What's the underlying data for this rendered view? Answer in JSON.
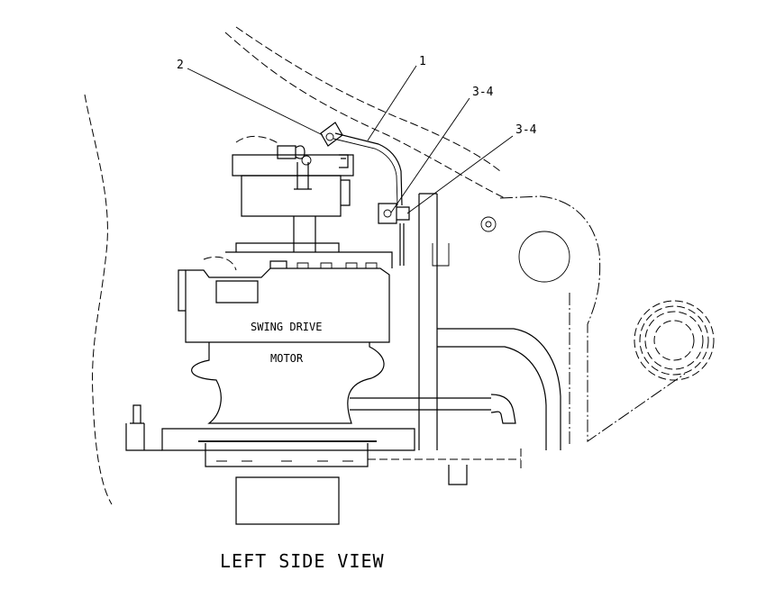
{
  "callouts": {
    "c1": "1",
    "c2": "2",
    "c3a": "3-4",
    "c3b": "3-4"
  },
  "component_labels": {
    "swing_drive": "SWING DRIVE",
    "motor": "MOTOR"
  },
  "view_title": "LEFT SIDE VIEW",
  "colors": {
    "ink": "#000000",
    "paper": "#ffffff"
  }
}
